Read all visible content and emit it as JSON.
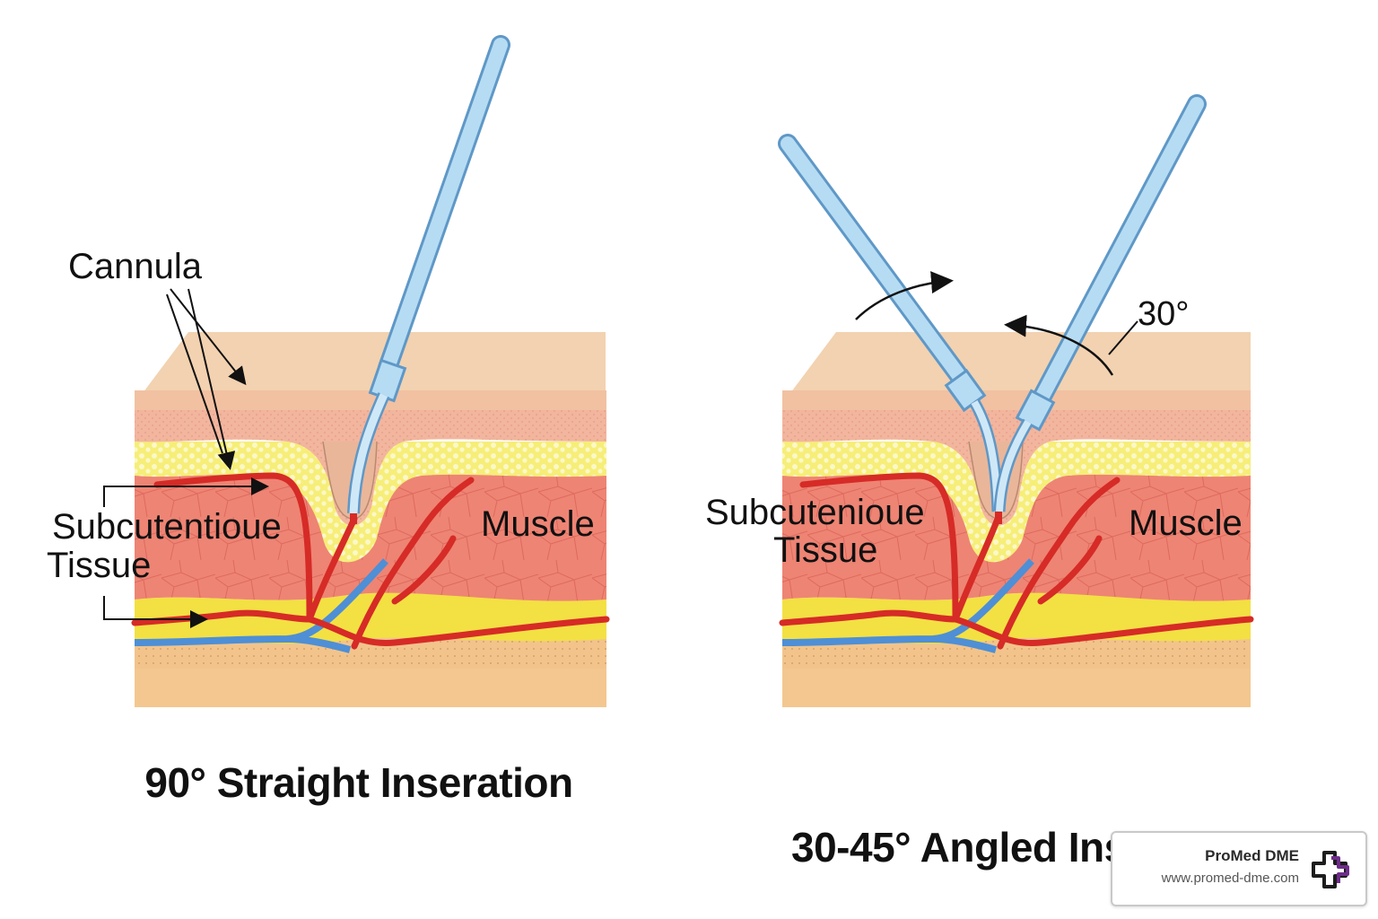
{
  "left_panel": {
    "cannula_label": "Cannula",
    "tissue_label_line1": "Subcutentioue",
    "tissue_label_line2": "Tissue",
    "muscle_label": "Muscle",
    "title": "90° Straight Inseration"
  },
  "right_panel": {
    "tissue_label_line1": "Subcutenioue",
    "tissue_label_line2": "Tissue",
    "muscle_label": "Muscle",
    "angle_label": "30°",
    "title": "30-45° Angled Ins"
  },
  "brand": {
    "name": "ProMed DME",
    "url": "www.promed-dme.com",
    "logo_icon": "medical-cross-logo-icon"
  },
  "colors": {
    "epidermis": "#f2cfaa",
    "dermis": "#f0b49c",
    "fat": "#f5ee7a",
    "muscle": "#ee8474",
    "deep_tissue": "#f3c88f",
    "artery": "#d62b26",
    "vein": "#4e8fd6",
    "cannula": "#a9d3ef",
    "logo": "#6e2c8a"
  }
}
